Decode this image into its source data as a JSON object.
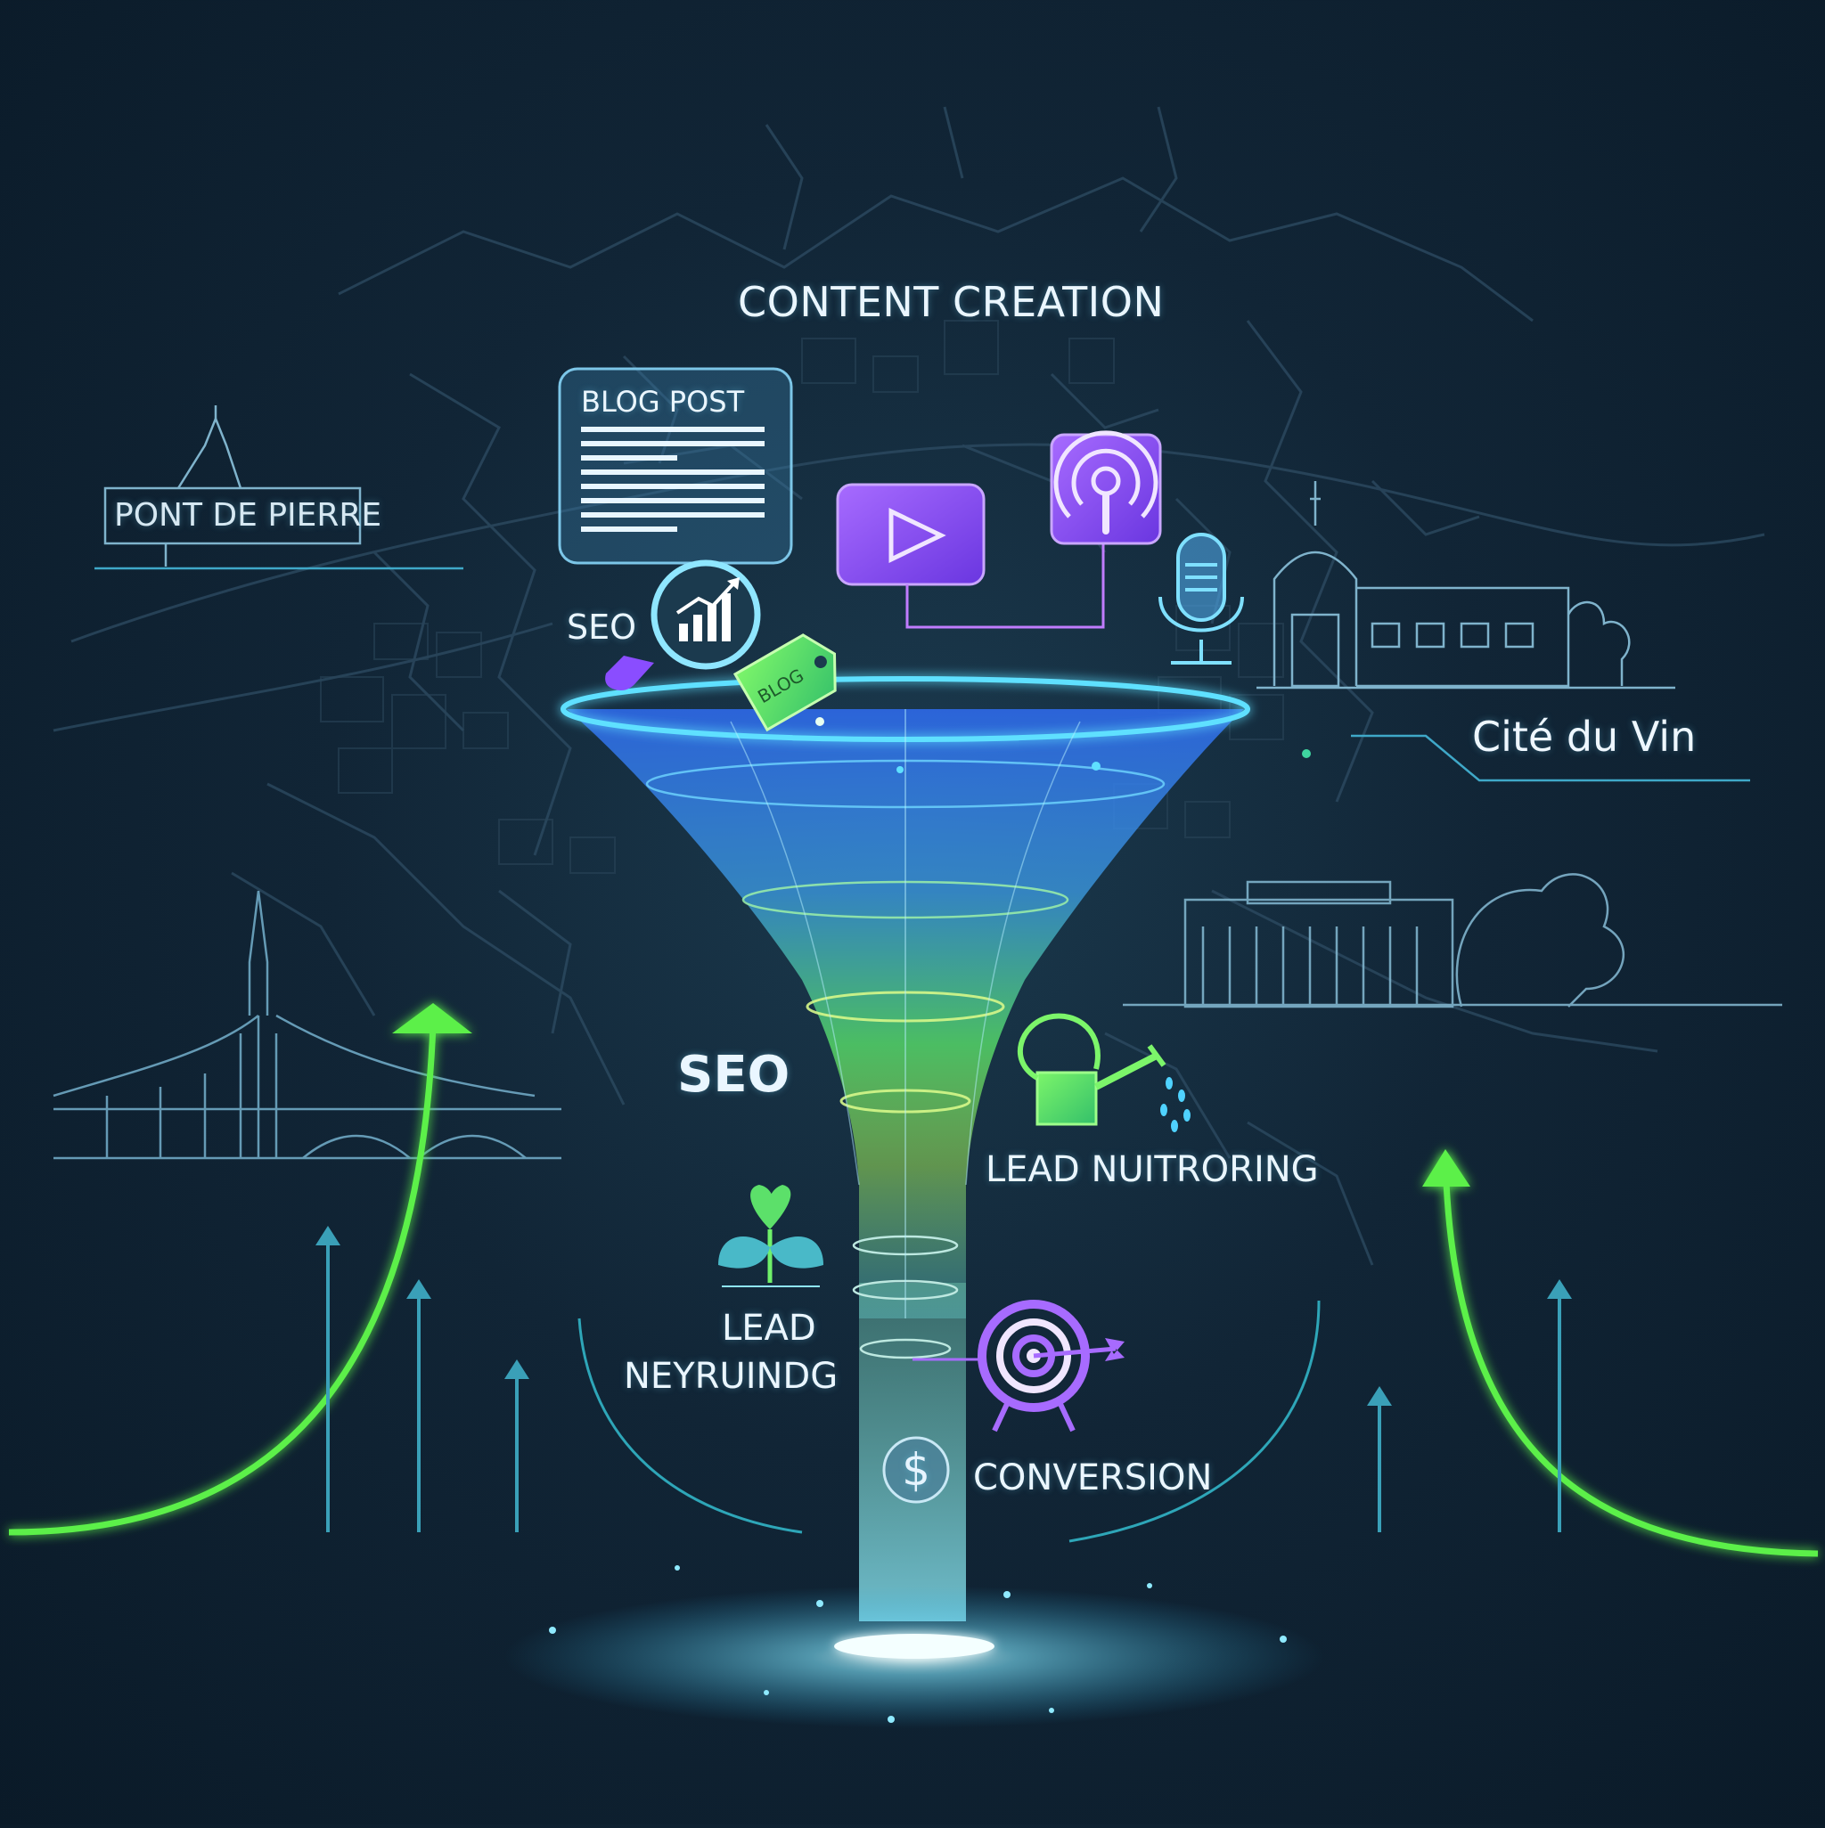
{
  "title": "CONTENT CREATION",
  "blog_post": {
    "title": "BLOG POST"
  },
  "landmarks": {
    "left": "PONT DE PIERRE",
    "right": "Cité du Vin"
  },
  "stages": {
    "seo_small": "SEO",
    "seo_large": "SEO",
    "lead_nurturing": "LEAD NUITRORING",
    "lead_line1": "LEAD",
    "lead_line2": "NEYRUINDG",
    "conversion": "CONVERSION"
  },
  "dollar_symbol": "$",
  "tag_text": "BLOG",
  "icons": [
    "document-icon",
    "video-play-icon",
    "podcast-icon",
    "microphone-icon",
    "magnifier-chart-icon",
    "price-tag-icon",
    "watering-can-icon",
    "sprout-icon",
    "target-arrow-icon",
    "dollar-coin-icon",
    "funnel-icon"
  ],
  "colors": {
    "background": "#112536",
    "funnel_top": "#3a7bff",
    "funnel_mid": "#5fe86a",
    "accent_purple": "#8a4dff",
    "arrow_green": "#5bf04a",
    "line_cyan": "#3fd6e6"
  }
}
